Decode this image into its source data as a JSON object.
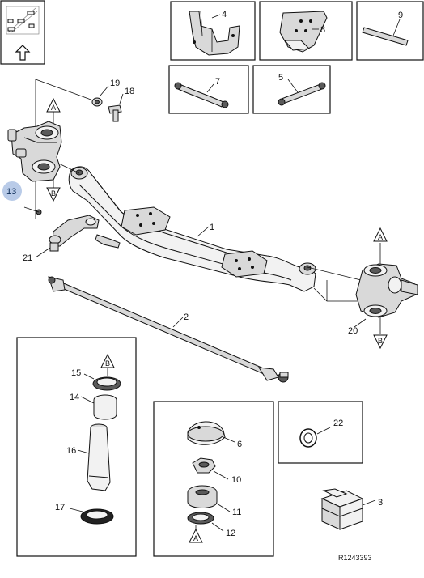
{
  "figure": {
    "reference_code": "R1243393",
    "highlight_color": "#b9cbe8"
  },
  "callouts": {
    "c1": "1",
    "c2": "2",
    "c3": "3",
    "c4": "4",
    "c5": "5",
    "c6": "6",
    "c7": "7",
    "c8": "8",
    "c9": "9",
    "c10": "10",
    "c11": "11",
    "c12": "12",
    "c13": "13",
    "c14": "14",
    "c15": "15",
    "c16": "16",
    "c17": "17",
    "c18": "18",
    "c19": "19",
    "c20": "20",
    "c21": "21",
    "c22": "22"
  },
  "markers": {
    "a_top_left": "A",
    "b_left": "B",
    "a_right": "A",
    "b_right": "B",
    "b_kit": "B",
    "a_kit": "A"
  },
  "icons": {
    "front_direction": "arrow-up-icon",
    "vehicle_overview": "vehicle-chassis-icon"
  }
}
